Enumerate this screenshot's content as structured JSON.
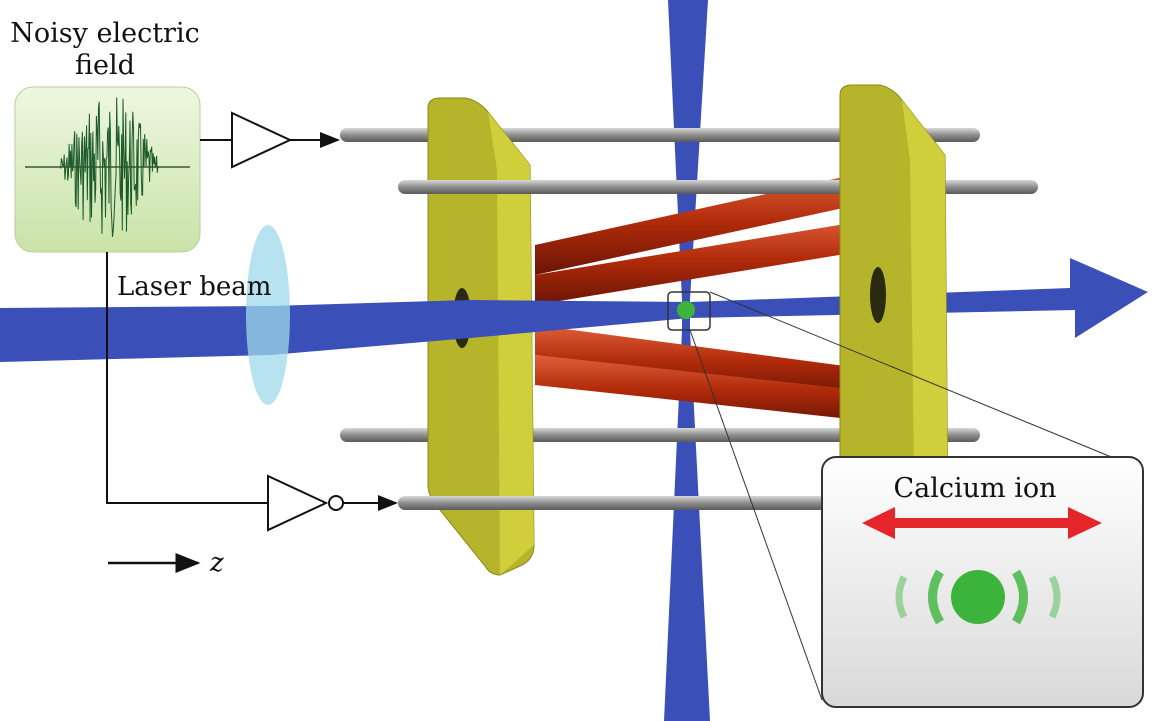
{
  "labels": {
    "noise_title_line1": "Noisy electric",
    "noise_title_line2": "field",
    "laser": "Laser beam",
    "axis": "z",
    "ion": "Calcium ion"
  },
  "colors": {
    "beam": "#3a4fb8",
    "plate": "#b6b42a",
    "rod_red": "#b8300e",
    "rod_gray": "#9a9a9a",
    "ion": "#3cb43c",
    "noise_bg": "#d9ecc0",
    "noise_trace": "#1d5a2a",
    "arrow_red": "#e5252a",
    "lens": "#9fd8ea"
  }
}
